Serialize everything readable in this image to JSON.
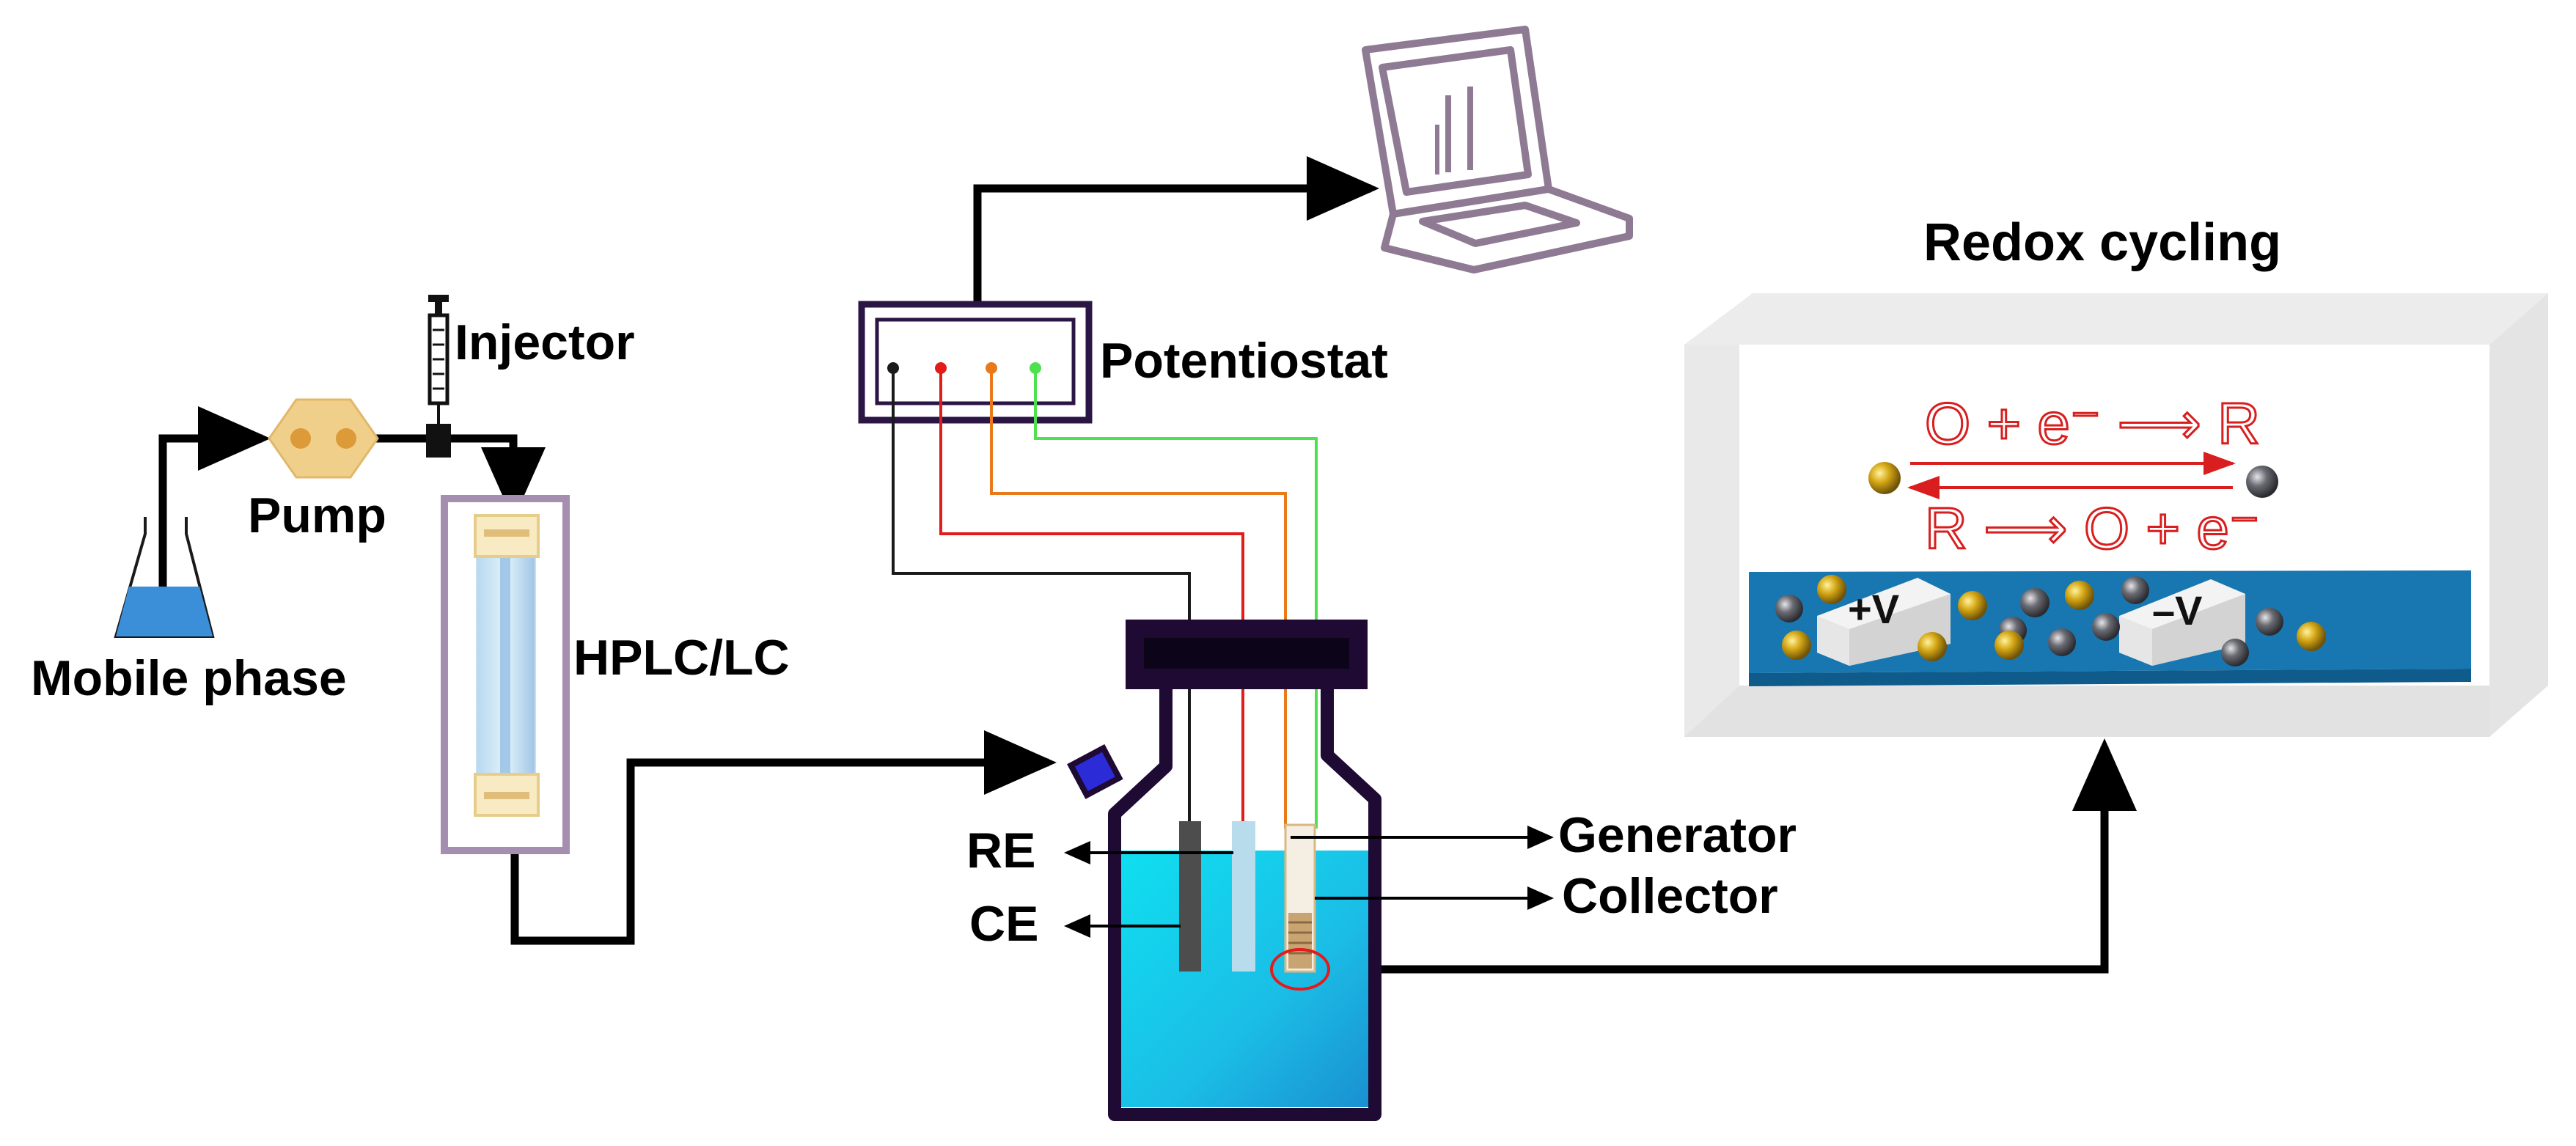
{
  "labels": {
    "mobile_phase": "Mobile phase",
    "pump": "Pump",
    "injector": "Injector",
    "hplc": "HPLC/LC",
    "potentiostat": "Potentiostat",
    "re": "RE",
    "ce": "CE",
    "generator": "Generator",
    "collector": "Collector",
    "redox_title": "Redox cycling",
    "eq_top": "O + e⁻ ⟶ R",
    "eq_bottom": "R ⟶ O + e⁻",
    "plus_v": "+V",
    "minus_v": "–V"
  },
  "colors": {
    "wire_black": "#1a1a1a",
    "wire_red": "#e21b1b",
    "wire_orange": "#e87a1c",
    "wire_green": "#4fe04f",
    "flask_liquid": "#3b8fd9",
    "pump_body": "#f0cf8a",
    "column_frame": "#a48fb0",
    "vessel_outline": "#1e0a33",
    "vessel_liquid": "#19c9e6",
    "laptop": "#8f7a94",
    "substrate": "#1877b0",
    "redox_red": "#d81e1e",
    "particle_gold": "#c49a14",
    "particle_gray": "#5e5e66"
  },
  "icons": [
    "flask-icon",
    "pump-icon",
    "syringe-icon",
    "column-icon",
    "potentiostat-icon",
    "laptop-icon",
    "cell-vessel-icon",
    "electrode-icon",
    "interdigitated-electrode-icon"
  ]
}
